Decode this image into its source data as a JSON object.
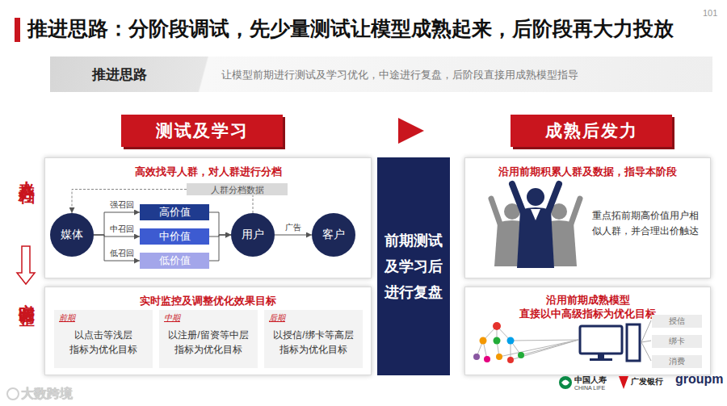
{
  "diagram": {
    "title": "推进思路：分阶段调试，先少量测试让模型成熟起来，后阶段再大力投放",
    "nodes": [
      {
        "text": [
          "推进思路",
          "让模型前期进行测试及学习优化，中途进行复盘，后阶段直接用成熟模型指导"
        ]
      },
      {
        "text": [
          "测试及学习"
        ]
      },
      {
        "text": [
          "高效找寻人群，对人群进行分档"
        ]
      },
      {
        "text": [
          "人群分档数据"
        ],
        "in": 2
      },
      {
        "text": [
          "媒体"
        ],
        "in": 2
      },
      {
        "text": [
          "高价值"
        ],
        "in": 2
      },
      {
        "text": [
          "中价值"
        ],
        "in": 2
      },
      {
        "text": [
          "低价值"
        ],
        "in": 2
      },
      {
        "text": [
          "用户"
        ],
        "in": 2
      },
      {
        "text": [
          "客户"
        ],
        "in": 2
      },
      {
        "text": [
          "实时监控及调整优化效果目标"
        ]
      },
      {
        "text": [
          "前期",
          "以点击等浅层 指标为优化目标"
        ],
        "in": 10
      },
      {
        "text": [
          "中期",
          "以注册/留资等中层 指标为优化目标"
        ],
        "in": 10
      },
      {
        "text": [
          "后期",
          "以授信/绑卡等高层 指标为优化目标"
        ],
        "in": 10
      },
      {
        "text": [
          "前期测试 及学习后 进行复盘"
        ]
      },
      {
        "text": [
          "成熟后发力"
        ]
      },
      {
        "text": [
          "沿用前期积累人群及数据，指导本阶段",
          "重点拓前期高价值用户相似人群，并合理出价触达"
        ]
      },
      {
        "text": [
          "沿用前期成熟模型 直接以中高级指标为优化目标"
        ]
      },
      {
        "text": [
          "授信"
        ],
        "in": 17
      },
      {
        "text": [
          "绑卡"
        ],
        "in": 17
      },
      {
        "text": [
          "消费"
        ],
        "in": 17
      }
    ],
    "edges": [
      {
        "from": 4,
        "to": 5,
        "label": "强召回",
        "arrow": "to"
      },
      {
        "from": 4,
        "to": 6,
        "label": "中召回",
        "arrow": "to"
      },
      {
        "from": 4,
        "to": 7,
        "label": "低召回",
        "arrow": "to"
      },
      {
        "from": 5,
        "to": 8,
        "arrow": "to"
      },
      {
        "from": 6,
        "to": 8,
        "arrow": "to"
      },
      {
        "from": 7,
        "to": 8,
        "arrow": "to"
      },
      {
        "from": 8,
        "to": 9,
        "label": "广告",
        "arrow": "to"
      },
      {
        "from": 8,
        "to": 3,
        "arrow": "none"
      },
      {
        "from": 3,
        "to": 4,
        "arrow": "to"
      }
    ],
    "labels": [
      "101",
      "人群分档",
      "实时调整",
      "中国人寿",
      "CHINA LIFE",
      "广发银行",
      "groupm",
      "大数跨境"
    ]
  }
}
